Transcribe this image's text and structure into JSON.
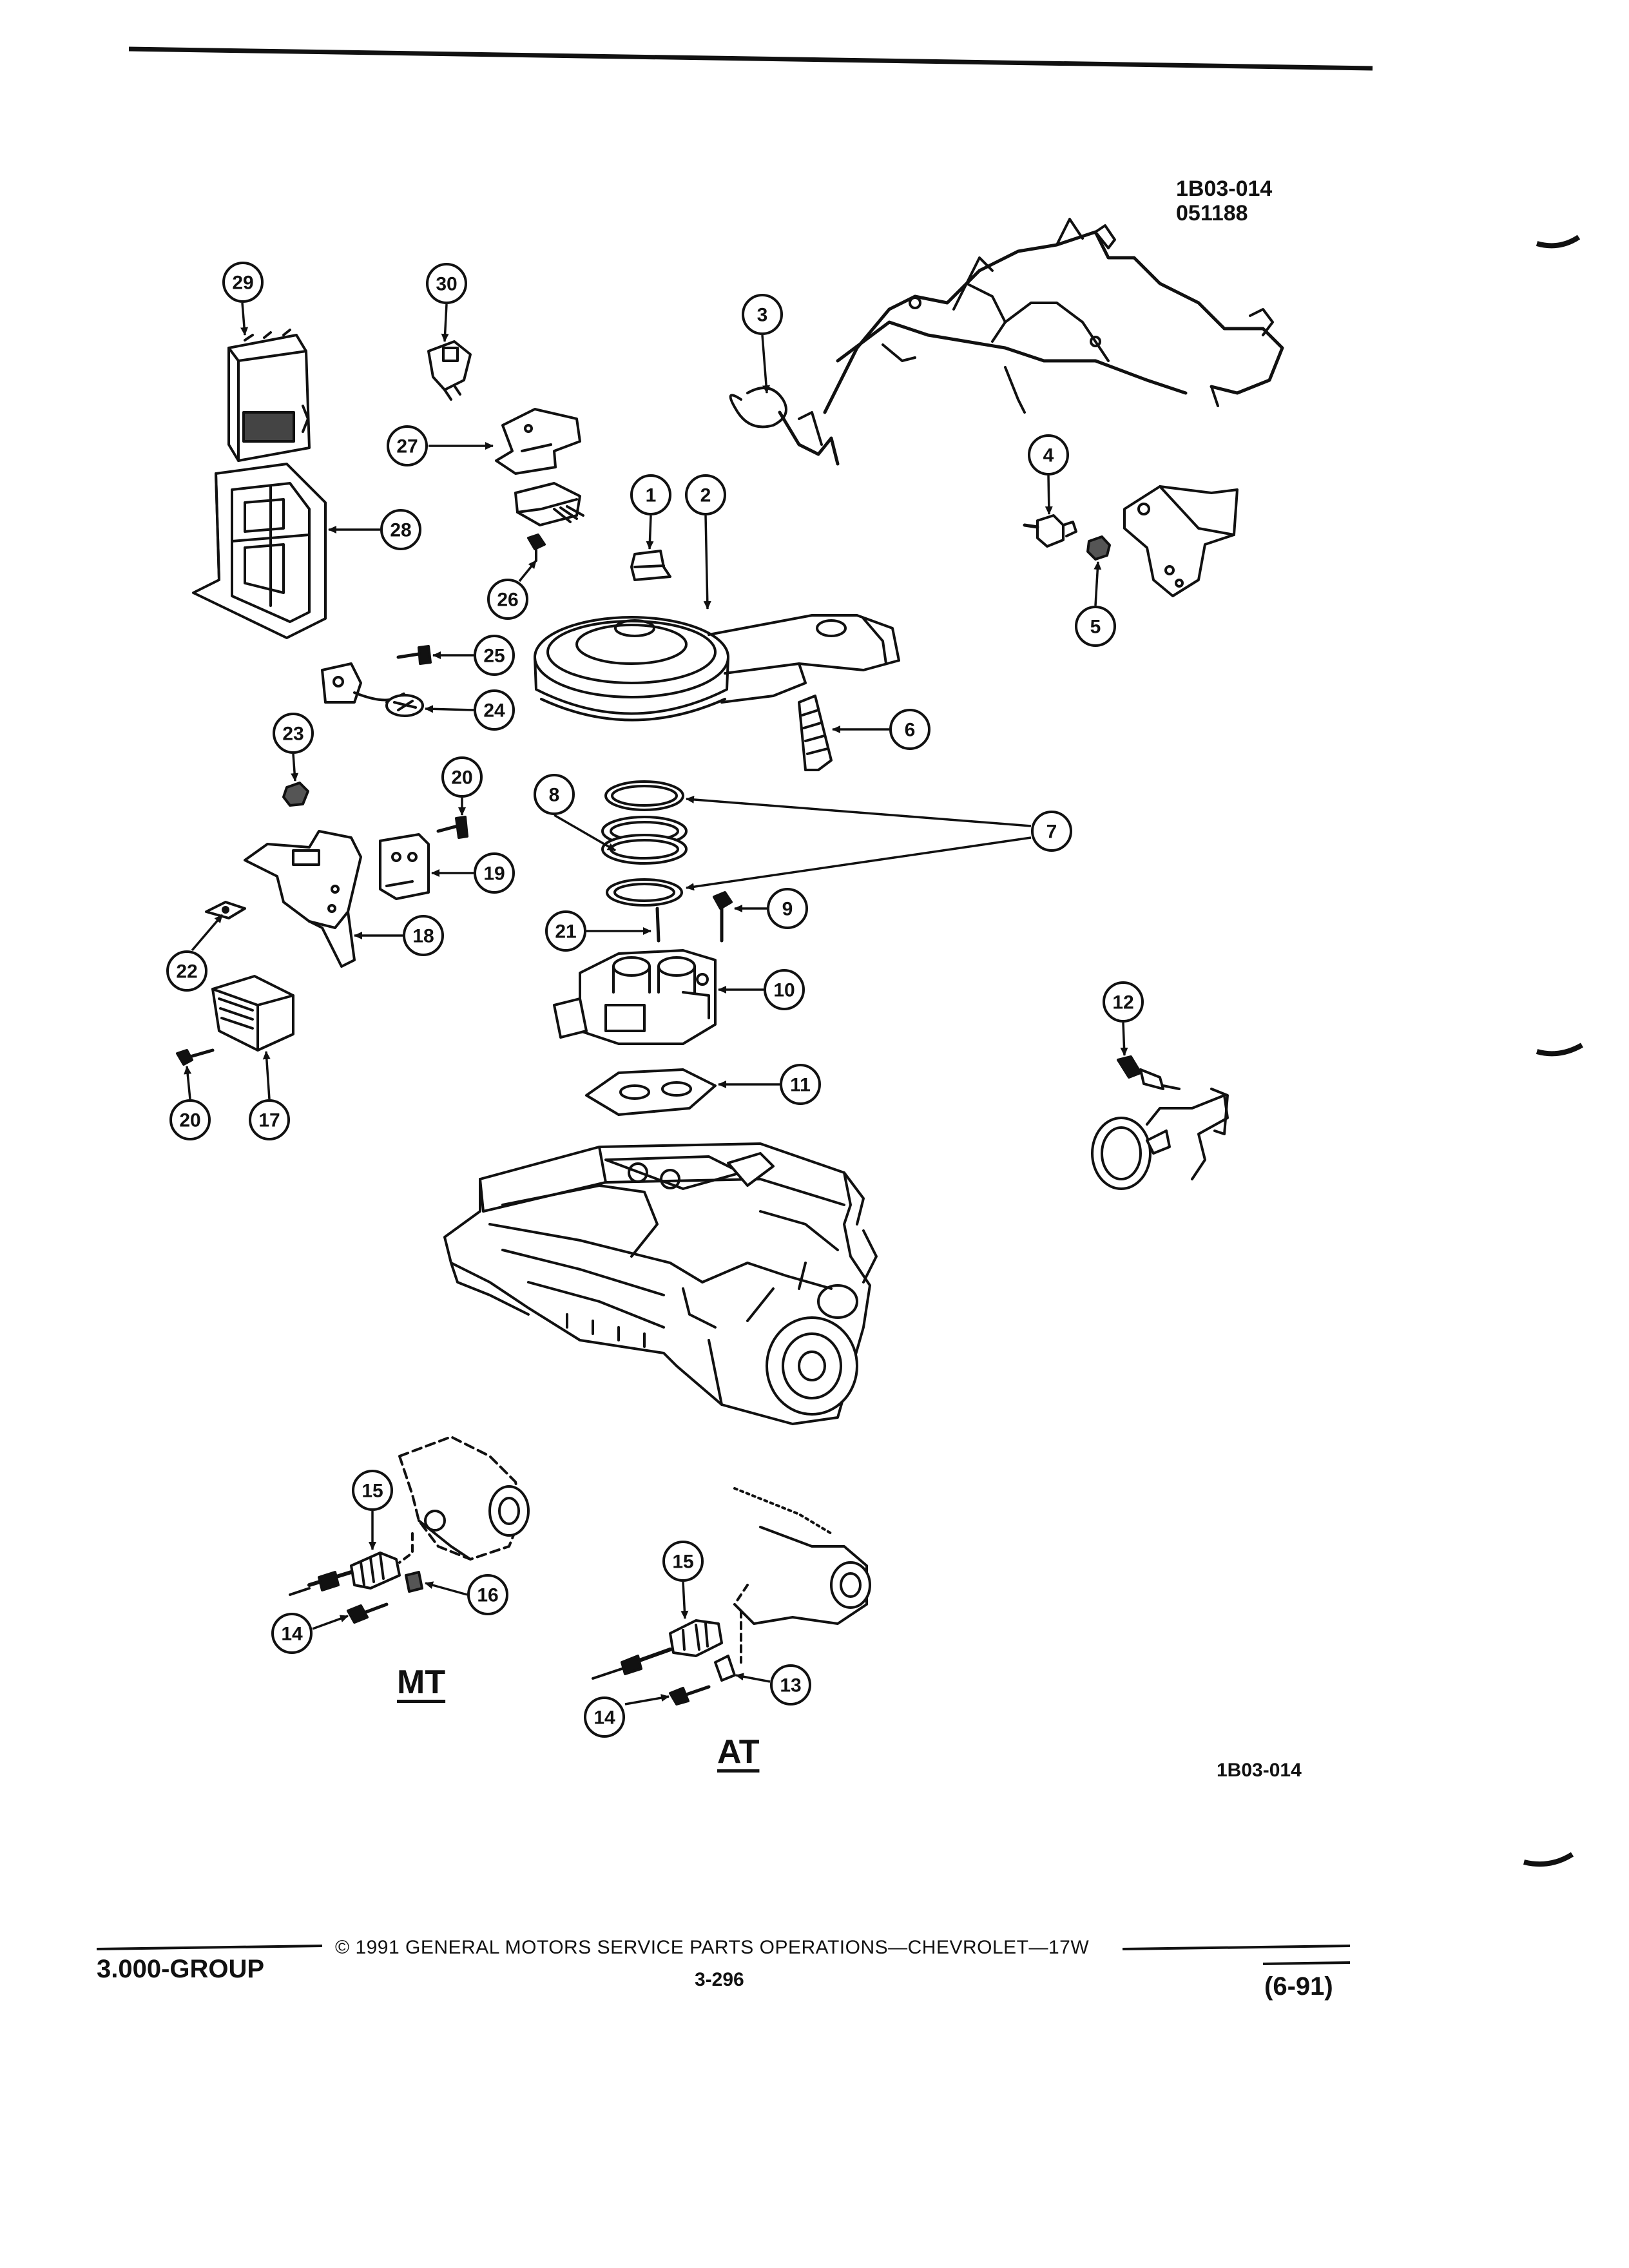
{
  "header": {
    "illustration_code": "1B03-014",
    "illustration_date": "051188"
  },
  "callouts": [
    "1",
    "2",
    "3",
    "4",
    "5",
    "6",
    "7",
    "8",
    "9",
    "10",
    "11",
    "12",
    "13",
    "14",
    "15",
    "16",
    "17",
    "18",
    "19",
    "20",
    "21",
    "22",
    "23",
    "24",
    "25",
    "26",
    "27",
    "28",
    "29",
    "30"
  ],
  "labels": {
    "mt": "MT",
    "at": "AT",
    "bottom_code": "1B03-014"
  },
  "footer": {
    "group": "3.000-GROUP",
    "copyright": "© 1991 GENERAL MOTORS SERVICE PARTS OPERATIONS—CHEVROLET—17W",
    "page": "3-296",
    "date": "(6-91)"
  }
}
